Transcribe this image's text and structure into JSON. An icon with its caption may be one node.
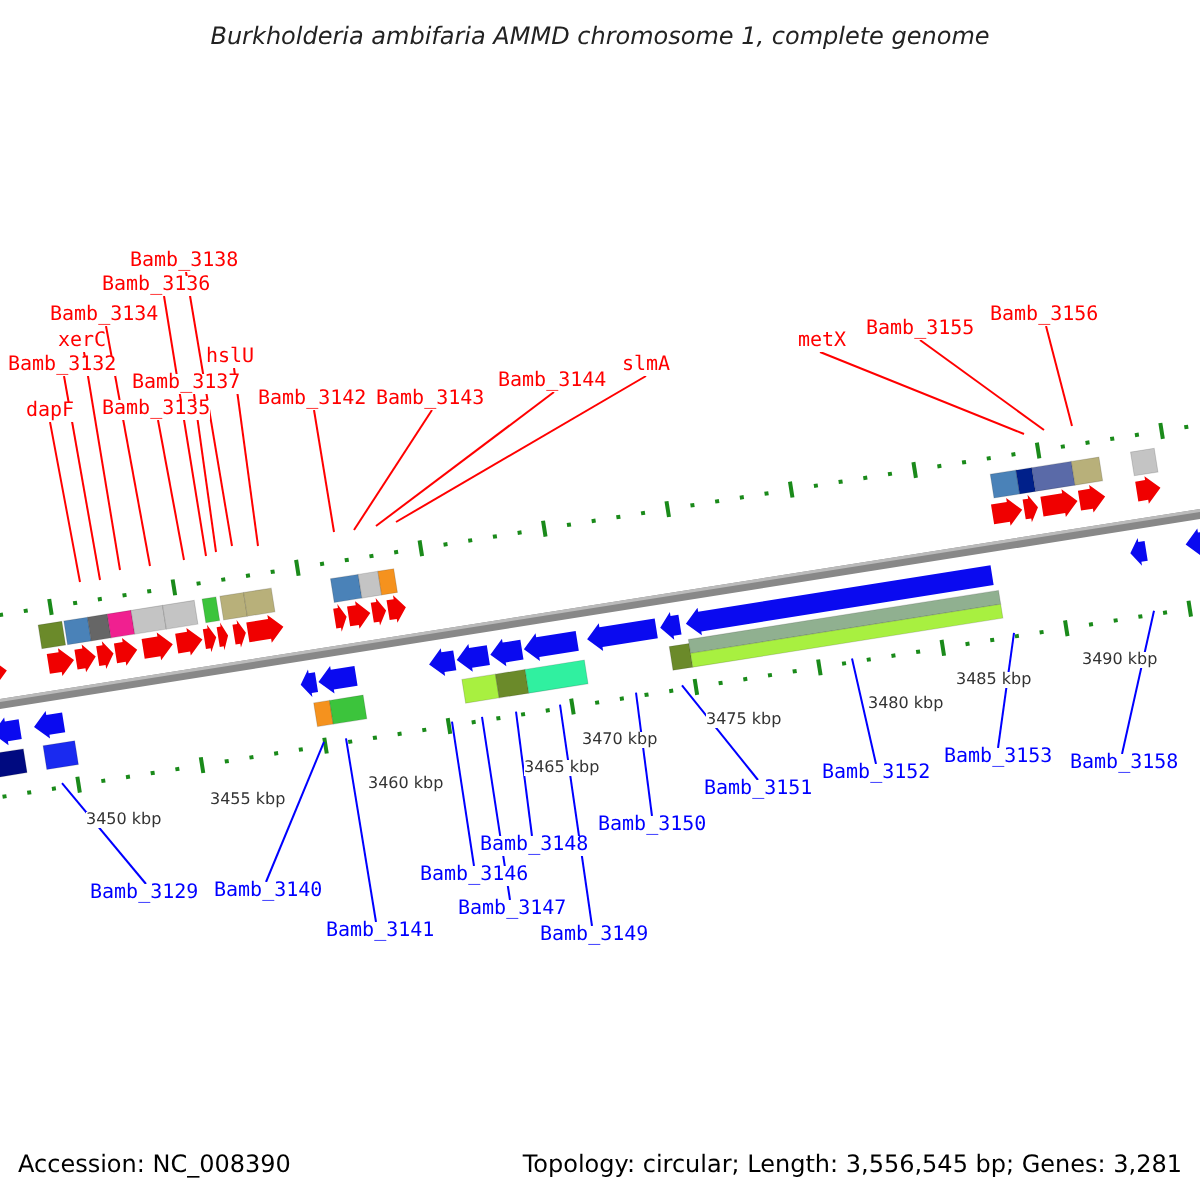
{
  "diagram": {
    "title": "Burkholderia ambifaria AMMD chromosome 1, complete genome",
    "nodes": [
      {
        "text": [
          "Bamb_3138"
        ]
      },
      {
        "text": [
          "Bamb_3136"
        ]
      },
      {
        "text": [
          "Bamb_3134"
        ]
      },
      {
        "text": [
          "xerC"
        ]
      },
      {
        "text": [
          "Bamb_3132"
        ]
      },
      {
        "text": [
          "hslU"
        ]
      },
      {
        "text": [
          "Bamb_3137"
        ]
      },
      {
        "text": [
          "dapF"
        ]
      },
      {
        "text": [
          "Bamb_3135"
        ]
      },
      {
        "text": [
          "Bamb_3142"
        ]
      },
      {
        "text": [
          "Bamb_3143"
        ]
      },
      {
        "text": [
          "Bamb_3144"
        ]
      },
      {
        "text": [
          "slmA"
        ]
      },
      {
        "text": [
          "metX"
        ]
      },
      {
        "text": [
          "Bamb_3155"
        ]
      },
      {
        "text": [
          "Bamb_3156"
        ]
      },
      {
        "text": [
          "Bamb_3129"
        ]
      },
      {
        "text": [
          "Bamb_3140"
        ]
      },
      {
        "text": [
          "Bamb_3141"
        ]
      },
      {
        "text": [
          "Bamb_3146"
        ]
      },
      {
        "text": [
          "Bamb_3147"
        ]
      },
      {
        "text": [
          "Bamb_3148"
        ]
      },
      {
        "text": [
          "Bamb_3149"
        ]
      },
      {
        "text": [
          "Bamb_3150"
        ]
      },
      {
        "text": [
          "Bamb_3151"
        ]
      },
      {
        "text": [
          "Bamb_3152"
        ]
      },
      {
        "text": [
          "Bamb_3153"
        ]
      },
      {
        "text": [
          "Bamb_3158"
        ]
      }
    ],
    "edges": [
      {
        "from": 0,
        "to": null,
        "arrow": "none"
      },
      {
        "from": 1,
        "to": null,
        "arrow": "none"
      },
      {
        "from": 2,
        "to": null,
        "arrow": "none"
      },
      {
        "from": 3,
        "to": null,
        "arrow": "none"
      },
      {
        "from": 4,
        "to": null,
        "arrow": "none"
      },
      {
        "from": 5,
        "to": null,
        "arrow": "none"
      },
      {
        "from": 6,
        "to": null,
        "arrow": "none"
      },
      {
        "from": 7,
        "to": null,
        "arrow": "none"
      },
      {
        "from": 8,
        "to": null,
        "arrow": "none"
      },
      {
        "from": 9,
        "to": null,
        "arrow": "none"
      },
      {
        "from": 10,
        "to": null,
        "arrow": "none"
      },
      {
        "from": 11,
        "to": null,
        "arrow": "none"
      },
      {
        "from": 12,
        "to": null,
        "arrow": "none"
      },
      {
        "from": 13,
        "to": null,
        "arrow": "none"
      },
      {
        "from": 14,
        "to": null,
        "arrow": "none"
      },
      {
        "from": 15,
        "to": null,
        "arrow": "none"
      },
      {
        "from": 16,
        "to": null,
        "arrow": "none",
        "color": "#0000ff"
      },
      {
        "from": 17,
        "to": null,
        "arrow": "none",
        "color": "#0000ff"
      },
      {
        "from": 18,
        "to": null,
        "arrow": "none",
        "color": "#0000ff"
      },
      {
        "from": 19,
        "to": null,
        "arrow": "none",
        "color": "#0000ff"
      },
      {
        "from": 20,
        "to": null,
        "arrow": "none",
        "color": "#0000ff"
      },
      {
        "from": 21,
        "to": null,
        "arrow": "none",
        "color": "#0000ff"
      },
      {
        "from": 22,
        "to": null,
        "arrow": "none",
        "color": "#0000ff"
      },
      {
        "from": 23,
        "to": null,
        "arrow": "none",
        "color": "#0000ff"
      },
      {
        "from": 24,
        "to": null,
        "arrow": "none",
        "color": "#0000ff"
      },
      {
        "from": 25,
        "to": null,
        "arrow": "none",
        "color": "#0000ff"
      },
      {
        "from": 26,
        "to": null,
        "arrow": "none",
        "color": "#0000ff"
      },
      {
        "from": 27,
        "to": null,
        "arrow": "none",
        "color": "#0000ff"
      }
    ],
    "labels": [
      "3450 kbp",
      "3455 kbp",
      "3460 kbp",
      "3465 kbp",
      "3470 kbp",
      "3475 kbp",
      "3480 kbp",
      "3485 kbp",
      "3490 kbp",
      "Accession: NC_008390",
      "Topology: circular; Length: 3,556,545 bp; Genes: 3,281"
    ]
  }
}
